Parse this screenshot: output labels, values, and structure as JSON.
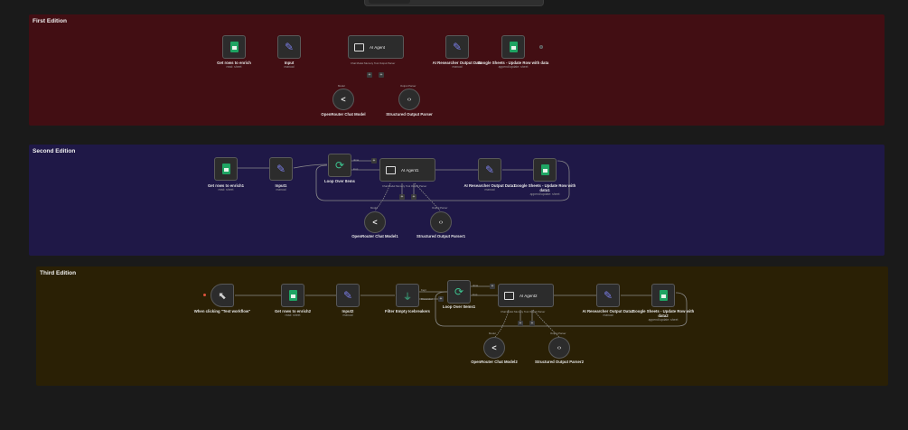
{
  "canvas": {
    "background": "#1a1a1a",
    "sections": [
      {
        "title": "First Edition",
        "color": "#420e13",
        "nodes": [
          {
            "name": "Get rows to enrich",
            "sub": "read: sheet",
            "icon": "google-sheets-icon"
          },
          {
            "name": "Input",
            "sub": "manual",
            "icon": "pencil-icon"
          },
          {
            "name": "AI Agent",
            "sub": "",
            "icon": "robot-icon"
          },
          {
            "name": "AI Researcher Output Data",
            "sub": "manual",
            "icon": "pencil-icon"
          },
          {
            "name": "Google Sheets - Update Row with data",
            "sub": "append/update: sheet",
            "icon": "google-sheets-icon"
          }
        ],
        "sub_nodes": [
          {
            "name": "OpenRouter Chat Model",
            "port_label": "Model",
            "icon": "openrouter-icon"
          },
          {
            "name": "Structured Output Parser",
            "port_label": "Output Parser",
            "icon": "code-brackets-icon"
          }
        ],
        "agent_ports": [
          "Chat Model",
          "Memory",
          "Tool",
          "Output Parser"
        ]
      },
      {
        "title": "Second Edition",
        "color": "#1f1847",
        "nodes": [
          {
            "name": "Get rows to enrich1",
            "sub": "read: sheet",
            "icon": "google-sheets-icon"
          },
          {
            "name": "Input1",
            "sub": "manual",
            "icon": "pencil-icon"
          },
          {
            "name": "Loop Over Items",
            "sub": "",
            "icon": "loop-icon"
          },
          {
            "name": "AI Agent1",
            "sub": "",
            "icon": "robot-icon"
          },
          {
            "name": "AI Researcher Output Data1",
            "sub": "manual",
            "icon": "pencil-icon"
          },
          {
            "name": "Google Sheets - Update Row with data1",
            "sub": "append/update: sheet",
            "icon": "google-sheets-icon"
          }
        ],
        "sub_nodes": [
          {
            "name": "OpenRouter Chat Model1",
            "port_label": "Model",
            "icon": "openrouter-icon"
          },
          {
            "name": "Structured Output Parser1",
            "port_label": "Output Parser",
            "icon": "code-brackets-icon"
          }
        ],
        "loop_outputs": [
          "done",
          "loop"
        ],
        "agent_ports": [
          "Chat Model",
          "Memory",
          "Tool",
          "Output Parser"
        ]
      },
      {
        "title": "Third Edition",
        "color": "#2a2005",
        "nodes": [
          {
            "name": "When clicking \"Test workflow\"",
            "sub": "",
            "icon": "cursor-icon"
          },
          {
            "name": "Get rows to enrich2",
            "sub": "read: sheet",
            "icon": "google-sheets-icon"
          },
          {
            "name": "Input2",
            "sub": "manual",
            "icon": "pencil-icon"
          },
          {
            "name": "Filter Empty Icebreakers",
            "sub": "",
            "icon": "filter-icon"
          },
          {
            "name": "Loop Over Items1",
            "sub": "",
            "icon": "loop-icon"
          },
          {
            "name": "AI Agent2",
            "sub": "",
            "icon": "robot-icon"
          },
          {
            "name": "AI Researcher Output Data2",
            "sub": "manual",
            "icon": "pencil-icon"
          },
          {
            "name": "Google Sheets - Update Row with data2",
            "sub": "append/update: sheet",
            "icon": "google-sheets-icon"
          }
        ],
        "sub_nodes": [
          {
            "name": "OpenRouter Chat Model2",
            "port_label": "Model",
            "icon": "openrouter-icon"
          },
          {
            "name": "Structured Output Parser2",
            "port_label": "Output Parser",
            "icon": "code-brackets-icon"
          }
        ],
        "filter_outputs": [
          "Kept",
          "Discarded"
        ],
        "loop_outputs": [
          "done",
          "loop"
        ],
        "agent_ports": [
          "Chat Model",
          "Memory",
          "Tool",
          "Output Parser"
        ]
      }
    ]
  },
  "glyphs": {
    "plus": "+",
    "pencil": "✎",
    "loop": "⟳",
    "cursor": "⬉",
    "filter": "⏚",
    "openrouter": "<",
    "code": "‹›"
  }
}
